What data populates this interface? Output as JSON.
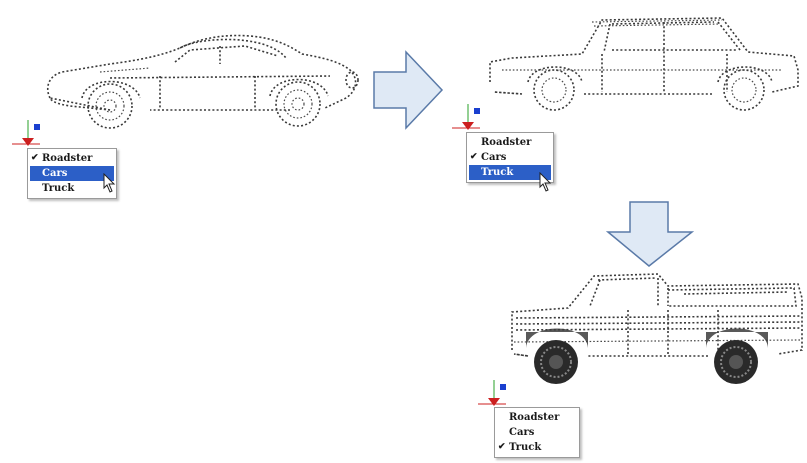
{
  "panels": [
    {
      "id": "roadster",
      "menu": {
        "items": [
          {
            "label": "Roadster",
            "checked": true,
            "highlighted": false
          },
          {
            "label": "Cars",
            "checked": false,
            "highlighted": true
          },
          {
            "label": "Truck",
            "checked": false,
            "highlighted": false
          }
        ]
      }
    },
    {
      "id": "sedan",
      "menu": {
        "items": [
          {
            "label": "Roadster",
            "checked": false,
            "highlighted": false
          },
          {
            "label": "Cars",
            "checked": true,
            "highlighted": false
          },
          {
            "label": "Truck",
            "checked": false,
            "highlighted": true
          }
        ]
      }
    },
    {
      "id": "truck",
      "menu": {
        "items": [
          {
            "label": "Roadster",
            "checked": false,
            "highlighted": false
          },
          {
            "label": "Cars",
            "checked": false,
            "highlighted": false
          },
          {
            "label": "Truck",
            "checked": true,
            "highlighted": false
          }
        ]
      }
    }
  ],
  "icons": {
    "check": "checkmark-icon",
    "grip": "grip-icon",
    "arrow": "arrow-icon",
    "cursor": "mouse-cursor-icon"
  },
  "colors": {
    "highlight": "#2c5fc7",
    "arrow_fill": "#dfe9f5",
    "arrow_stroke": "#5a7aa8",
    "grip_blue": "#1a3fcf",
    "grip_red": "#cc1f1f"
  }
}
